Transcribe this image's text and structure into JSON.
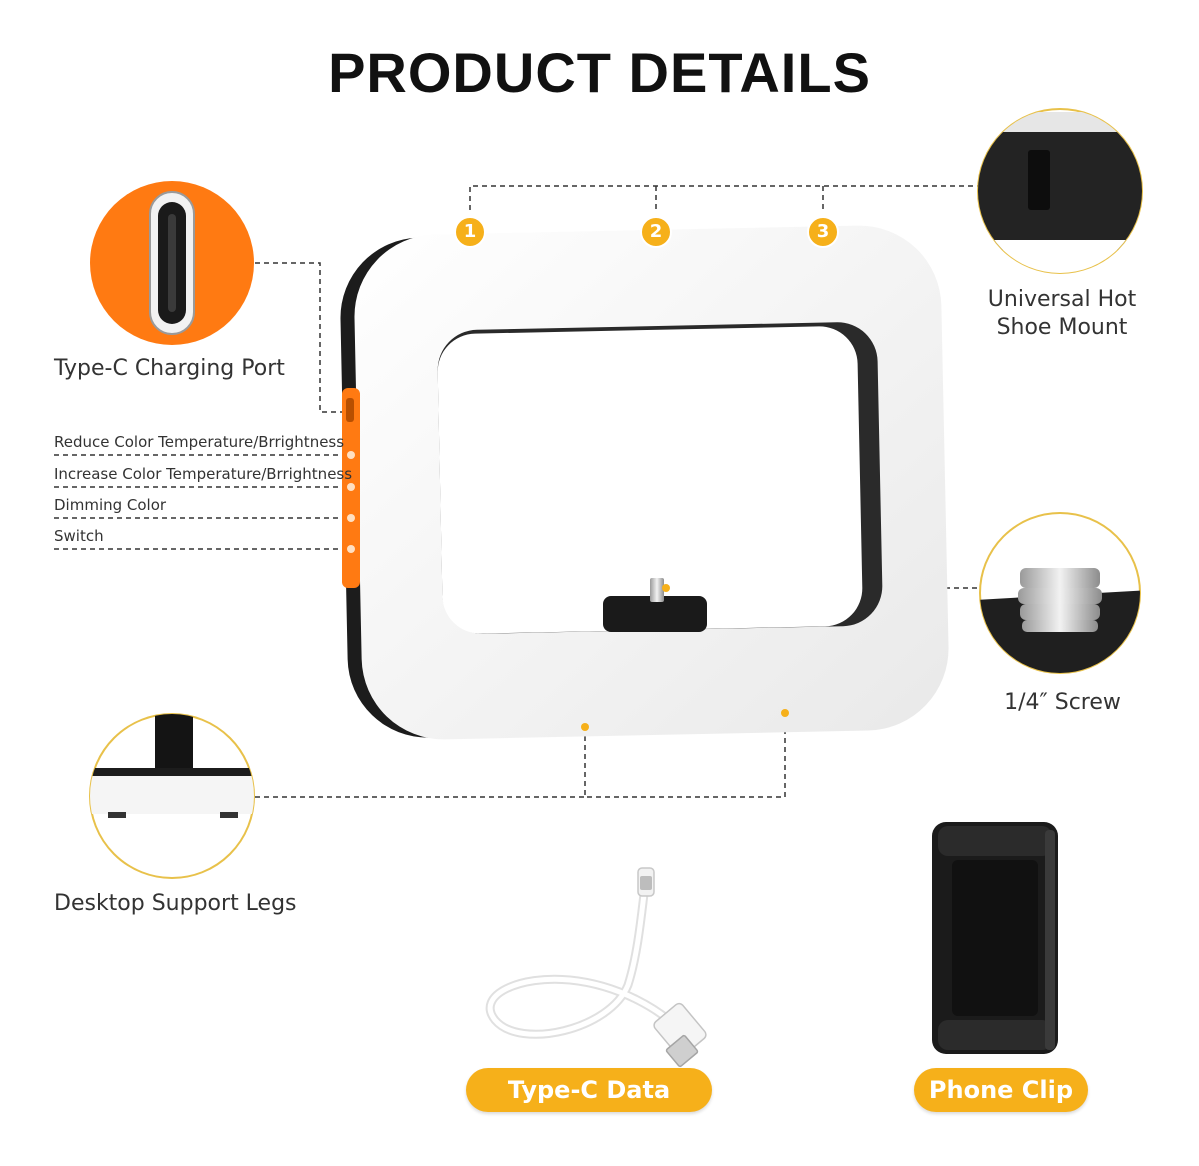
{
  "title": "PRODUCT DETAILS",
  "callouts": {
    "type_c_port": "Type-C Charging Port",
    "hot_shoe": "Universal Hot Shoe Mount",
    "screw": "1/4″ Screw",
    "support_legs": "Desktop Support Legs"
  },
  "buttons": {
    "reduce": "Reduce Color Temperature/Brrightness",
    "increase": "Increase Color Temperature/Brrightness",
    "dimming": "Dimming Color",
    "switch": "Switch"
  },
  "markers": [
    "1",
    "2",
    "3"
  ],
  "accessories": {
    "cable": "Type-C Data Cable",
    "clip": "Phone Clip"
  },
  "colors": {
    "accent_orange": "#ff7a12",
    "accent_yellow": "#f6b01a",
    "ring_white": "#f4f4f4",
    "body_black": "#1c1c1c"
  }
}
